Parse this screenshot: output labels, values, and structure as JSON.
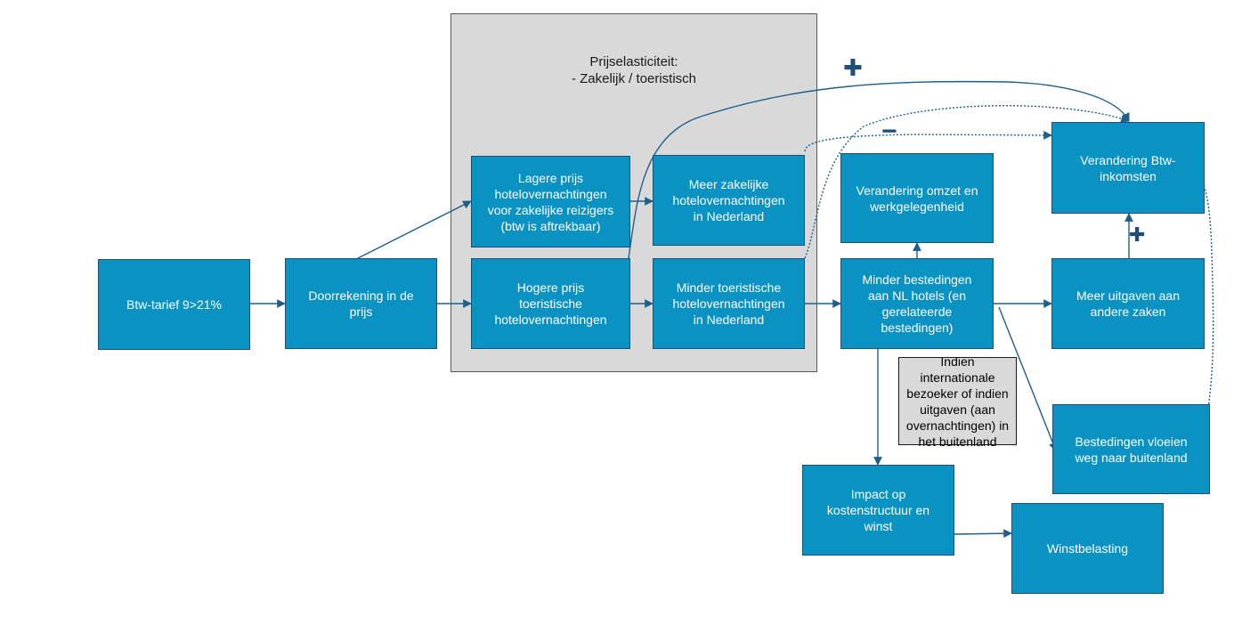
{
  "group": {
    "title_line1": "Prijselasticiteit:",
    "title_line2": "-  Zakelijk / toeristisch"
  },
  "nodes": {
    "btw_tarief": "Btw-tarief 9>21%",
    "doorrekening": "Doorrekening in de\nprijs",
    "lagere_prijs": "Lagere prijs\nhotelovernachtingen\nvoor zakelijke reizigers\n(btw is aftrekbaar)",
    "hogere_prijs": "Hogere prijs\ntoeristische\nhotelovernachtingen",
    "meer_zakelijk": "Meer zakelijke\nhotelovernachtingen\nin Nederland",
    "minder_toeristisch": "Minder toeristische\nhotelovernachtingen\nin Nederland",
    "omzet": "Verandering omzet en\nwerkgelegenheid",
    "minder_bestedingen": "Minder bestedingen\naan NL hotels (en\ngerelateerde\nbestedingen)",
    "btw_inkomsten": "Verandering Btw-\ninkomsten",
    "meer_uitgaven": "Meer uitgaven aan\nandere zaken",
    "buitenland": "Bestedingen vloeien\nweg naar buitenland",
    "impact": "Impact op\nkostenstructuur en\nwinst",
    "winstbelasting": "Winstbelasting"
  },
  "note": "Indien internationale\nbezoeker of indien\nuitgaven (aan\novernachtingen) in\nhet buitenland",
  "signs": {
    "plus_top": "✚",
    "minus": "−",
    "plus_right": "✚"
  },
  "colors": {
    "node_fill": "#0a93c2",
    "edge": "#1f5f8b",
    "group_fill": "#d9d9d9"
  }
}
